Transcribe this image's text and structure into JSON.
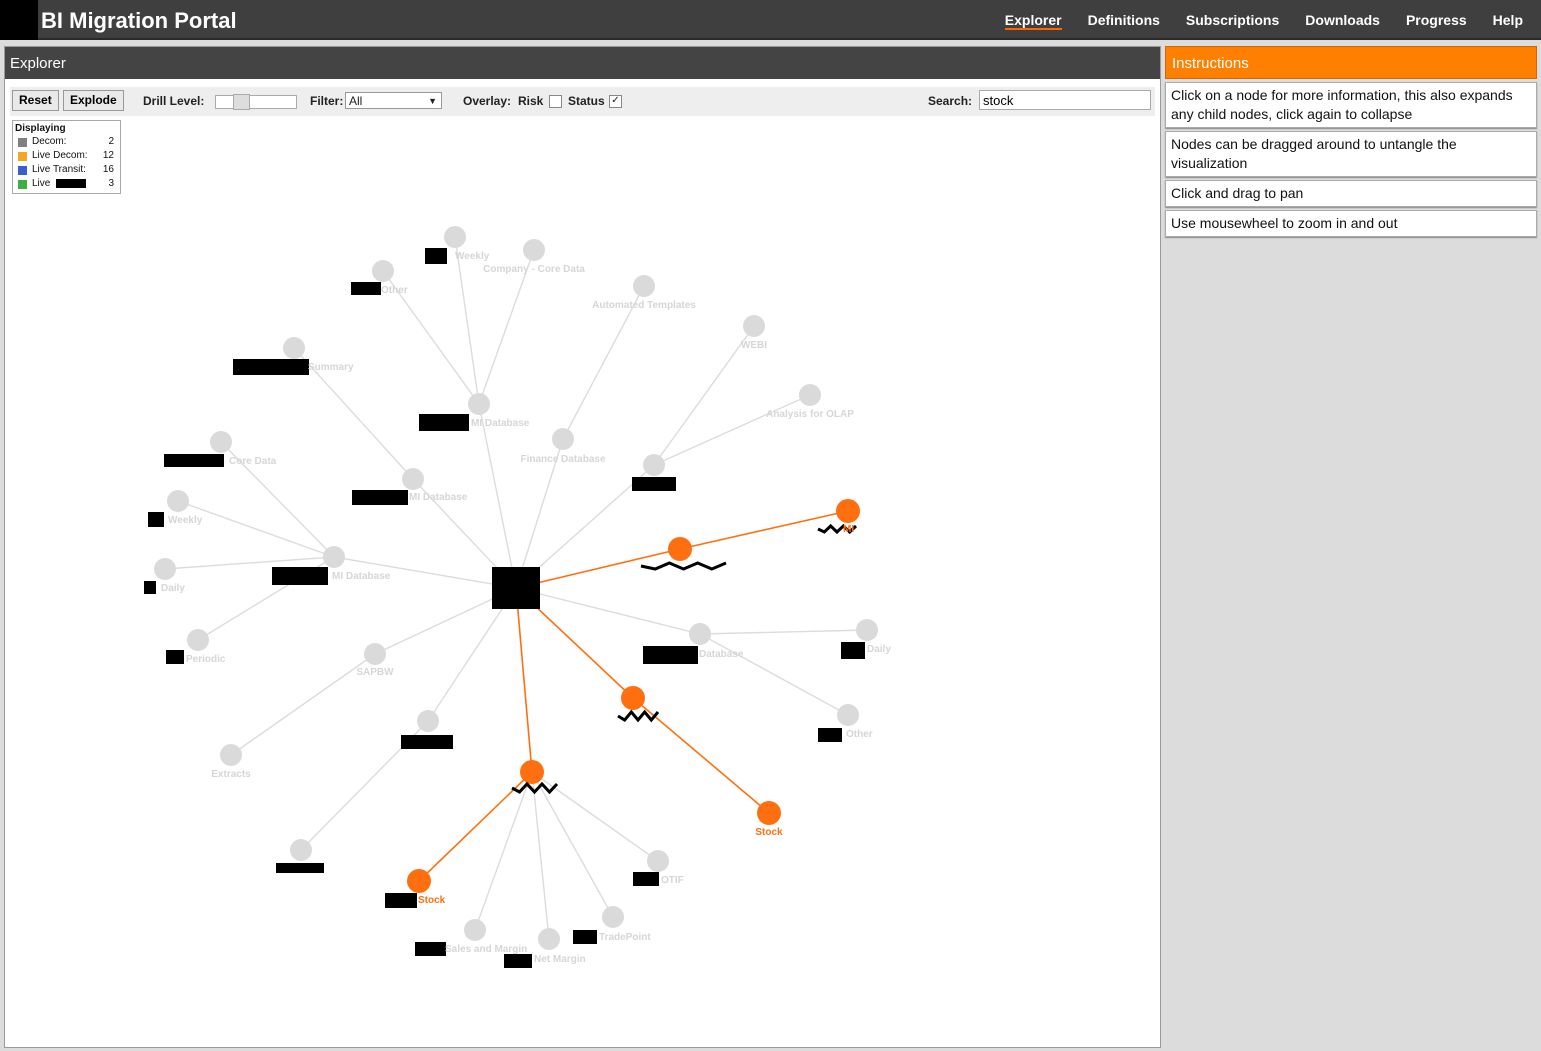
{
  "app": {
    "title": "BI Migration Portal"
  },
  "nav": {
    "items": [
      "Explorer",
      "Definitions",
      "Subscriptions",
      "Downloads",
      "Progress",
      "Help"
    ],
    "active": "Explorer"
  },
  "explorer": {
    "title": "Explorer",
    "toolbar": {
      "reset_label": "Reset",
      "explode_label": "Explode",
      "drill_level_label": "Drill Level:",
      "filter_label": "Filter:",
      "filter_value": "All",
      "overlay_label": "Overlay:",
      "risk_label": "Risk",
      "risk_checked": false,
      "status_label": "Status",
      "status_checked": true,
      "search_label": "Search:",
      "search_value": "stock"
    },
    "legend": {
      "title": "Displaying",
      "items": [
        {
          "label": "Decom:",
          "count": "2",
          "color": "#808080"
        },
        {
          "label": "Live Decom:",
          "count": "12",
          "color": "#f5a623"
        },
        {
          "label": "Live Transit:",
          "count": "16",
          "color": "#3a5fcd"
        },
        {
          "label": "Live",
          "count": "3",
          "color": "#3cb043"
        }
      ]
    }
  },
  "graph": {
    "colors": {
      "inactive": "#dadada",
      "highlight": "#ff6f0f",
      "edge": "#dcdcdc",
      "root": "#000000"
    },
    "labels": [
      "Weekly",
      "Company - Core Data",
      "Other",
      "Automated Templates",
      "WEBI",
      "Summary",
      "MI Database",
      "Analysis for OLAP",
      "Core Data",
      "Finance Database",
      "MI Database",
      "Weekly",
      "MI",
      "Daily",
      "MI Database",
      "Periodic",
      "Database",
      "Daily",
      "SAPBW",
      "Other",
      "Extracts",
      "Stock",
      "OTIF",
      "Stock",
      "TradePoint",
      "Sales and Margin",
      "Net Margin"
    ]
  },
  "instructions": {
    "title": "Instructions",
    "items": [
      "Click on a node for more information, this also expands any child nodes, click again to collapse",
      "Nodes can be dragged around to untangle the visualization",
      "Click and drag to pan",
      "Use mousewheel to zoom in and out"
    ]
  }
}
